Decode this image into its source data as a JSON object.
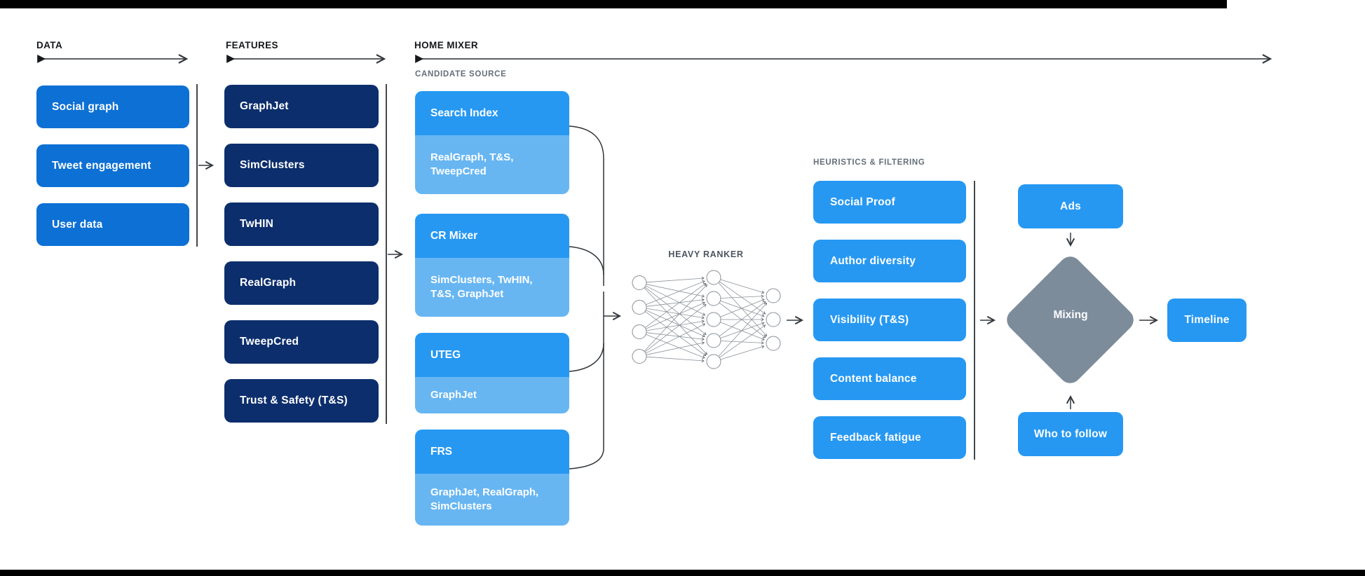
{
  "colors": {
    "data_box": "#0d70d4",
    "feature_box": "#0c2e6c",
    "candidate_top": "#2698f2",
    "candidate_sub": "#67b6f2",
    "mixing_diamond": "#7d8c9b",
    "header_text": "#16181b",
    "sub_header_text": "#646e79",
    "connector": "#33383d"
  },
  "flow": {
    "data": {
      "label": "DATA",
      "items": [
        "Social graph",
        "Tweet engagement",
        "User data"
      ]
    },
    "features": {
      "label": "FEATURES",
      "items": [
        "GraphJet",
        "SimClusters",
        "TwHIN",
        "RealGraph",
        "TweepCred",
        "Trust & Safety (T&S)"
      ]
    },
    "home_mixer": {
      "label": "HOME MIXER",
      "candidate_source": {
        "label": "CANDIDATE SOURCE",
        "items": [
          {
            "title": "Search Index",
            "sources": "RealGraph, T&S, TweepCred"
          },
          {
            "title": "CR Mixer",
            "sources": "SimClusters, TwHIN, T&S, GraphJet"
          },
          {
            "title": "UTEG",
            "sources": "GraphJet"
          },
          {
            "title": "FRS",
            "sources": "GraphJet, RealGraph, SimClusters"
          }
        ]
      },
      "heavy_ranker": {
        "label": "HEAVY RANKER",
        "network_layers": [
          4,
          5,
          3
        ]
      },
      "heuristics": {
        "label": "HEURISTICS & FILTERING",
        "items": [
          "Social Proof",
          "Author diversity",
          "Visibility (T&S)",
          "Content balance",
          "Feedback fatigue"
        ]
      },
      "mixing": {
        "inputs": [
          "Ads",
          "Who to follow"
        ],
        "node": "Mixing",
        "output": "Timeline"
      }
    }
  }
}
